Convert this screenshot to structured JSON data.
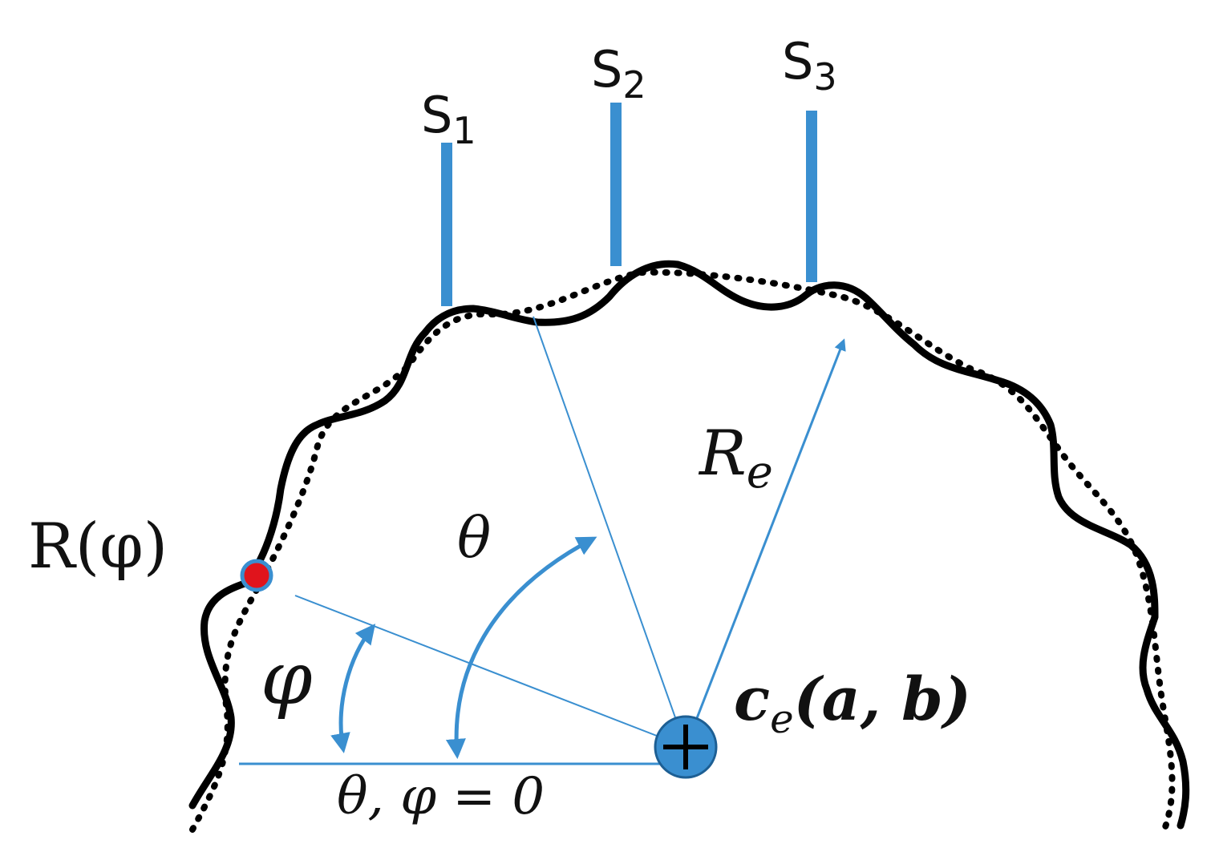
{
  "diagram": {
    "sensors": [
      {
        "base": "S",
        "sub": "1"
      },
      {
        "base": "S",
        "sub": "2"
      },
      {
        "base": "S",
        "sub": "3"
      }
    ],
    "labels": {
      "r_phi": "R(φ)",
      "theta": "θ",
      "phi": "φ",
      "r_e_base": "R",
      "r_e_sub": "e",
      "center_base": "c",
      "center_sub": "e",
      "center_args": "(a, b)",
      "zero_ref": "θ, φ = 0"
    },
    "colors": {
      "accent": "#3a8fd0",
      "contour": "#000000",
      "point": "#e0141c",
      "center_fill": "#3a8fd0"
    },
    "icons": {
      "center_marker": "plus-circle-icon",
      "boundary_point": "dot-icon"
    }
  }
}
